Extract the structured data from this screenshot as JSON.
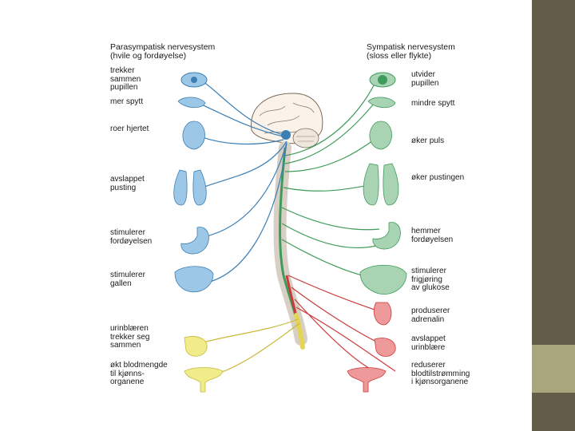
{
  "diagram": {
    "parasympathetic_title": "Parasympatisk nervesystem\n(hvile og fordøyelse)",
    "sympathetic_title": "Sympatisk nervesystem\n(sloss eller flykte)",
    "left_labels": [
      "trekker\nsammen\npupillen",
      "mer spytt",
      "roer hjertet",
      "avslappet\npusting",
      "stimulerer\nfordøyelsen",
      "stimulerer\ngallen",
      "urinblæren\ntrekker seg\nsammen",
      "økt blodmengde\ntil kjønns-\norganene"
    ],
    "right_labels": [
      "utvider\npupillen",
      "mindre spytt",
      "øker puls",
      "øker pustingen",
      "hemmer\nfordøyelsen",
      "stimulerer\nfrigjøring\nav glukose",
      "produserer\nadrenalin",
      "avslappet\nurinblære",
      "reduserer\nblodtilstrømming\ni kjønsorganene"
    ],
    "colors": {
      "parasympathetic": "#9cc7e6",
      "sympathetic": "#a9d4b4",
      "sympathetic_lower": "#ef9a9a",
      "sacral": "#f1ec8a",
      "parasympathetic_nerve": "#3c7fb5",
      "sympathetic_nerve": "#3e9b5a",
      "adrenal_nerve": "#cc3a3a",
      "sacral_nerve": "#c9b83c"
    }
  }
}
